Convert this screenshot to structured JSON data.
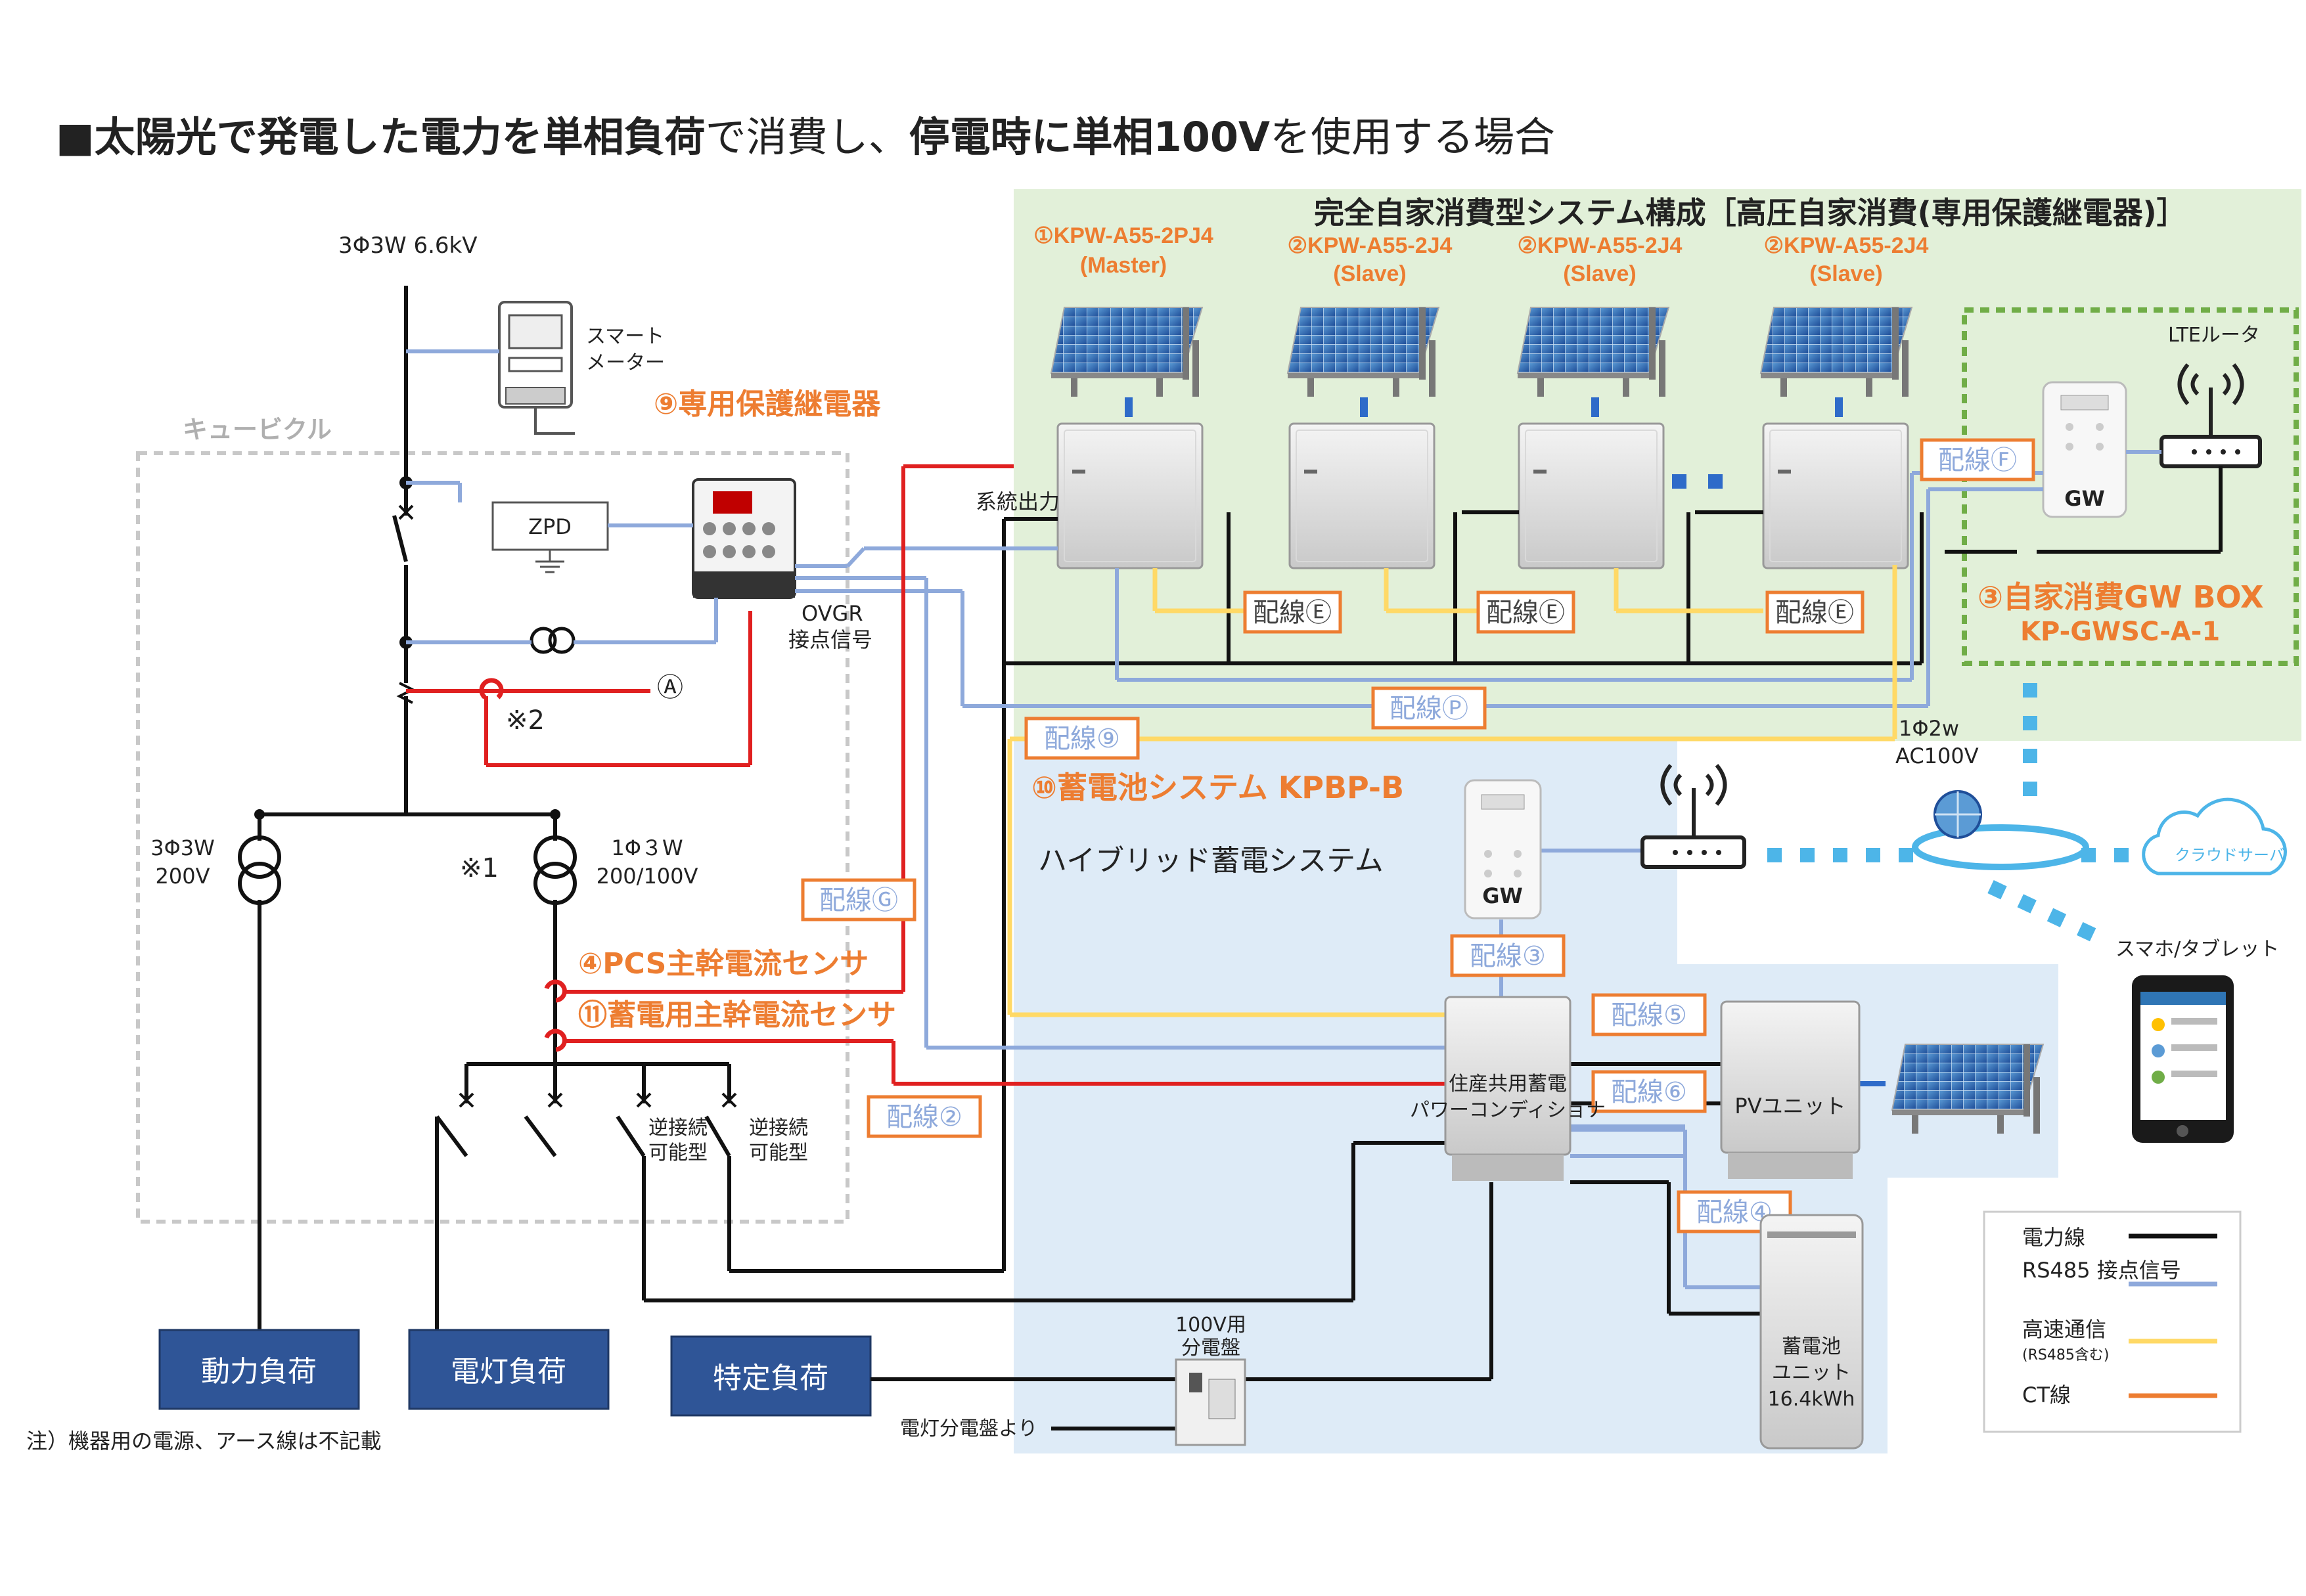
{
  "title_prefix": "■",
  "title_seg": [
    "太陽光で",
    "発電した電力を単相負荷",
    "で消費し、",
    "停電時に単相100V",
    "を使用する場合"
  ],
  "system": {
    "title": "完全自家消費型システム構成［高圧自家消費(専用保護継電器)］",
    "units": [
      {
        "model": "①KPW-A55-2PJ4",
        "role": "(Master)"
      },
      {
        "model": "②KPW-A55-2J4",
        "role": "(Slave)"
      },
      {
        "model": "②KPW-A55-2J4",
        "role": "(Slave)"
      },
      {
        "model": "②KPW-A55-2J4",
        "role": "(Slave)"
      }
    ],
    "system_output": "系統出力",
    "gw_box_title": "③自家消費GW BOX",
    "gw_box_model": "KP-GWSC-A-1",
    "lte_router": "LTEルータ",
    "gw": "GW"
  },
  "supply": "3Φ3W 6.6kV",
  "smart_meter": [
    "スマート",
    "メーター"
  ],
  "cubicle": "キュービクル",
  "relay": "⑨専用保護継電器",
  "zpd": "ZPD",
  "ovgr": [
    "OVGR",
    "接点信号"
  ],
  "a_mark": "Ⓐ",
  "note2": "※2",
  "note1": "※1",
  "tr1": [
    "3Φ3W",
    "200V"
  ],
  "tr2": [
    "1Φ３W",
    "200/100V"
  ],
  "sensor4": "④PCS主幹電流センサ",
  "sensor11": "⑪蓄電用主幹電流センサ",
  "reverse": [
    "逆接続",
    "可能型"
  ],
  "loads": {
    "power": "動力負荷",
    "light": "電灯負荷",
    "specific": "特定負荷"
  },
  "note": "注）機器用の電源、アース線は不記載",
  "wiring": {
    "E": "配線Ⓔ",
    "F": "配線Ⓕ",
    "P": "配線Ⓟ",
    "w9": "配線⑨",
    "G": "配線Ⓖ",
    "w2": "配線②",
    "w3": "配線③",
    "w5": "配線⑤",
    "w6": "配線⑥",
    "w4": "配線④"
  },
  "ac": [
    "1Φ2w",
    "AC100V"
  ],
  "battery_system": {
    "title": "⑩蓄電池システム KPBP-B",
    "subtitle": "ハイブリッド蓄電システム",
    "gw": "GW",
    "pcs": [
      "住産共用蓄電",
      "パワーコンディショナ"
    ],
    "pv_unit": "PVユニット",
    "battery": [
      "蓄電池",
      "ユニット",
      "16.4kWh"
    ]
  },
  "panel": [
    "100V用",
    "分電盤"
  ],
  "from_panel": "電灯分電盤より",
  "cloud": "クラウドサーバ",
  "phone": "スマホ/タブレット",
  "legend": [
    {
      "label": "電力線",
      "color": "#111111"
    },
    {
      "label": "RS485 接点信号",
      "color": "#8EA9DB"
    },
    {
      "label": "高速通信",
      "sub": "(RS485含む)",
      "color": "#FFD966"
    },
    {
      "label": "CT線",
      "color": "#ED7D31"
    }
  ],
  "colors": {
    "green_bg": "#E2F0D9",
    "blue_bg": "#DEEBF7",
    "orange": "#ED7D31",
    "rs485": "#8EA9DB",
    "highspeed": "#FFD966",
    "red": "#E02020",
    "load_box": "#2F5597"
  }
}
